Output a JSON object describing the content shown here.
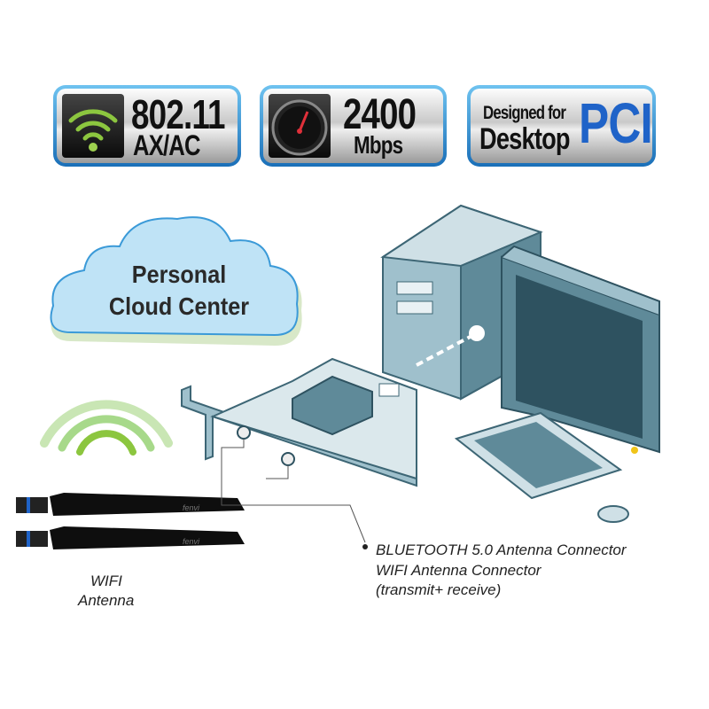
{
  "badges": [
    {
      "line1": "802.11",
      "line2": "AX/AC",
      "icon": "wifi-icon"
    },
    {
      "line1": "2400",
      "line2": "Mbps",
      "icon": "speedometer-icon"
    },
    {
      "line1": "Designed for",
      "line2": "Desktop",
      "highlight": "PCIe"
    }
  ],
  "cloud": {
    "line1": "Personal",
    "line2": "Cloud Center"
  },
  "antenna": {
    "brand": "fenvi",
    "label_line1": "WIFI",
    "label_line2": "Antenna"
  },
  "connector": {
    "line1": "BLUETOOTH 5.0 Antenna Connector",
    "line2": "WIFI Antenna Connector",
    "line3": "(transmit+ receive)"
  },
  "colors": {
    "accent": "#1a6fb8",
    "pc": "#5f8a99",
    "pc_light": "#9fc0cc",
    "wifi_green": "#8cc63f"
  }
}
